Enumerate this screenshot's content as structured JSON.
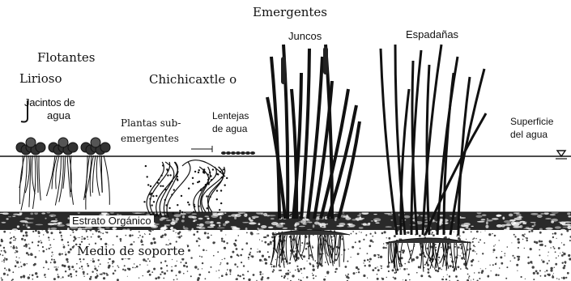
{
  "labels": {
    "emergentes": "Emergentes",
    "juncos": "Juncos",
    "espadanas": "Espadañas",
    "flotantes": "Flotantes",
    "lirioso": "Lirioso",
    "jacintos_line1": "Jacintos de",
    "jacintos_line2": "agua",
    "chichicaxtle": "Chichicaxtle o",
    "plantas_line1": "Plantas sub-",
    "plantas_line2": "emergentes",
    "lentejas_line1": "Lentejas",
    "lentejas_line2": "de agua",
    "superficie_line1": "Superficie",
    "superficie_line2": "del agua",
    "estrato": "Estrato Orgánico",
    "medio": "Medio de soporte"
  },
  "colors": {
    "ink": "#111111",
    "paper": "#ffffff",
    "sediment": "#3a3a3a"
  }
}
